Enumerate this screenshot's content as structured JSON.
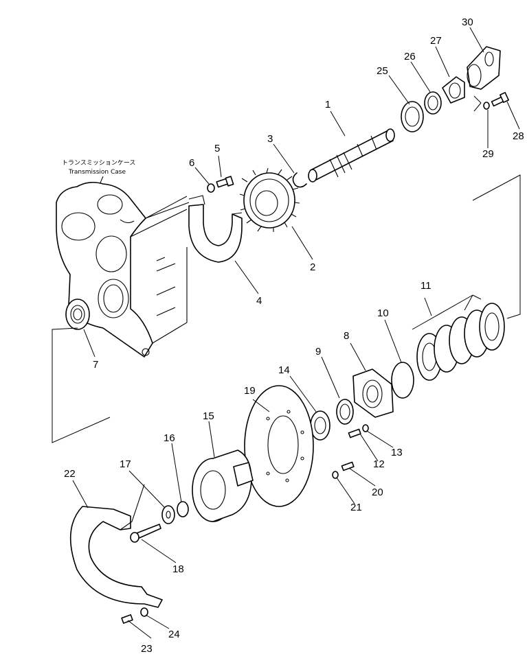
{
  "caption": {
    "jp": "トランスミッションケース",
    "en": "Transmission Case"
  },
  "callouts": [
    "1",
    "2",
    "3",
    "4",
    "5",
    "6",
    "7",
    "8",
    "9",
    "10",
    "11",
    "12",
    "13",
    "14",
    "15",
    "16",
    "17",
    "18",
    "19",
    "20",
    "21",
    "22",
    "23",
    "24",
    "25",
    "26",
    "27",
    "28",
    "29",
    "30"
  ]
}
